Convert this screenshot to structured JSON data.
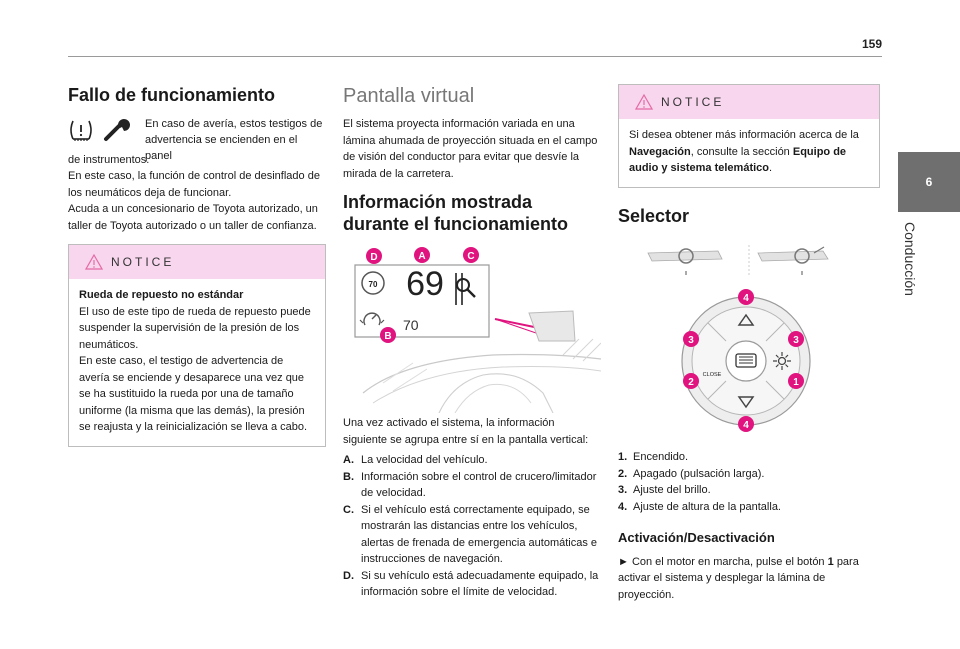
{
  "page_number": "159",
  "side_tab": {
    "number": "6",
    "label": "Conducción"
  },
  "col1": {
    "title": "Fallo de funcionamiento",
    "intro": "En caso de avería, estos testigos de advertencia se encienden en el panel de instrumentos.",
    "intro_a": "En caso de avería, estos testigos de",
    "intro_b": "advertencia se encienden en el panel",
    "intro_c": "de instrumentos.",
    "para2": "En este caso, la función de control de desinflado de los neumáticos deja de funcionar.",
    "para3": "Acuda a un concesionario de Toyota autorizado, un taller de Toyota autorizado o un taller de confianza.",
    "notice": {
      "title": "NOTICE",
      "heading": "Rueda de repuesto no estándar",
      "body1": "El uso de este tipo de rueda de repuesto puede suspender la supervisión de la presión de los neumáticos.",
      "body2": "En este caso, el testigo de advertencia de avería se enciende y desaparece una vez que se ha sustituido la rueda por una de tamaño uniforme (la misma que las demás), la presión se reajusta y la reinicialización se lleva a cabo."
    }
  },
  "col2": {
    "title": "Pantalla virtual",
    "intro": "El sistema proyecta información variada en una lámina ahumada de proyección situada en el campo de visión del conductor para evitar que desvíe la mirada de la carretera.",
    "subtitle": "Información mostrada durante el funcionamiento",
    "figure": {
      "speed": "69",
      "limit": "70",
      "cruise": "70",
      "markers": [
        "D",
        "A",
        "C",
        "B"
      ]
    },
    "after": "Una vez activado el sistema, la información siguiente se agrupa entre sí en la pantalla vertical:",
    "items": [
      {
        "key": "A.",
        "text": "La velocidad del vehículo."
      },
      {
        "key": "B.",
        "text": "Información sobre el control de crucero/limitador de velocidad."
      },
      {
        "key": "C.",
        "text": "Si el vehículo está correctamente equipado, se mostrarán las distancias entre los vehículos, alertas de frenada de emergencia automáticas e instrucciones de navegación."
      },
      {
        "key": "D.",
        "text": "Si su vehículo está adecuadamente equipado, la información sobre el límite de velocidad."
      }
    ]
  },
  "col3": {
    "notice": {
      "title": "NOTICE",
      "body_pre": "Si desea obtener más información acerca de la",
      "bold1": "Navegación",
      "body_mid": ", consulte la sección",
      "bold2": "Equipo de audio y sistema telemático",
      "body_end": "."
    },
    "title": "Selector",
    "figure": {
      "close_label": "CLOSE",
      "badges": [
        "4",
        "3",
        "3",
        "2",
        "1",
        "4"
      ]
    },
    "items": [
      {
        "key": "1.",
        "text": "Encendido."
      },
      {
        "key": "2.",
        "text": "Apagado (pulsación larga)."
      },
      {
        "key": "3.",
        "text": "Ajuste del brillo."
      },
      {
        "key": "4.",
        "text": "Ajuste de altura de la pantalla."
      }
    ],
    "subtitle": "Activación/Desactivación",
    "action_pre": "► Con el motor en marcha, pulse el botón",
    "action_bold": "1",
    "action_post": "para activar el sistema y desplegar la lámina de proyección."
  },
  "colors": {
    "notice_header": "#f7d6ee",
    "marker": "#e0137f",
    "tab": "#6f6f6f"
  }
}
